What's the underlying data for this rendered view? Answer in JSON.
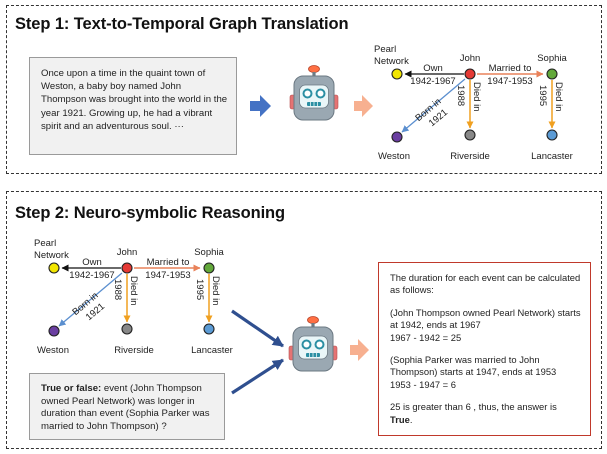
{
  "step1": {
    "title": "Step 1: Text-to-Temporal Graph Translation",
    "story": "Once upon a time in the quaint town of Weston, a baby boy named John Thompson was brought into the world in the year 1921. Growing up, he had a vibrant spirit and an adventurous soul. ···"
  },
  "step2": {
    "title": "Step 2: Neuro-symbolic Reasoning",
    "question_bold": "True or false:",
    "question_rest": " event (John Thompson owned Pearl Network) was longer in duration than event (Sophia Parker was married to John Thompson) ?",
    "answer": {
      "intro": "The duration for each event can be calculated as follows:",
      "e1_line1": "(John Thompson owned Pearl Network) starts at 1942, ends at 1967",
      "e1_line2": "1967 - 1942 = 25",
      "e2_line1": "(Sophia Parker was married to John Thompson) starts at 1947, ends at 1953",
      "e2_line2": "1953 - 1947 = 6",
      "conclusion_prefix": "25 is greater than 6 , thus, the answer is ",
      "conclusion_bold": "True",
      "conclusion_suffix": "."
    }
  },
  "graph": {
    "nodes": {
      "pearl_line1": "Pearl",
      "pearl_line2": "Network",
      "john": "John",
      "sophia": "Sophia",
      "weston": "Weston",
      "riverside": "Riverside",
      "lancaster": "Lancaster"
    },
    "edges": {
      "own": "Own",
      "own_years": "1942-1967",
      "married": "Married to",
      "married_years": "1947-1953",
      "born_in": "Born in",
      "born_year": "1921",
      "died_in": "Died in",
      "john_died_year": "1988",
      "sophia_died_year": "1995"
    },
    "colors": {
      "pearl": "#f2e600",
      "john": "#e53935",
      "sophia": "#62a83a",
      "weston": "#6a3ea1",
      "riverside": "#888888",
      "lancaster": "#5b9bd5",
      "born_edge": "#5b8fcf",
      "died_edge": "#f0a020",
      "married_edge": "#e9825a"
    }
  }
}
